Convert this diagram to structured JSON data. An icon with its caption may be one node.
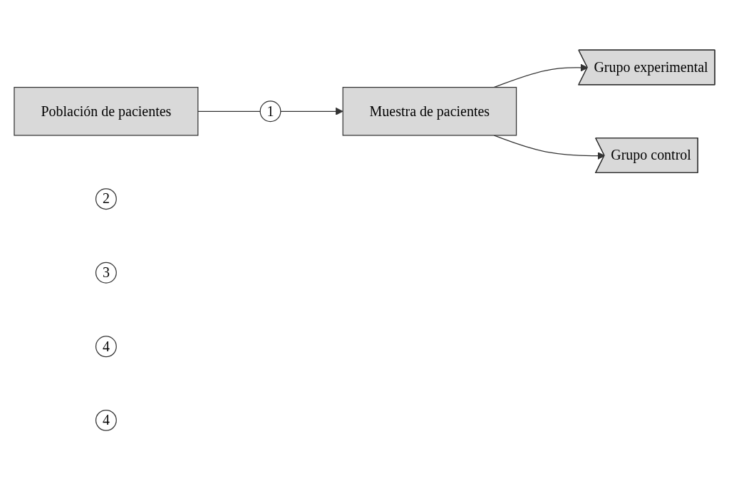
{
  "diagram": {
    "nodes": [
      {
        "text": [
          "Población de pacientes"
        ]
      },
      {
        "text": [
          "1"
        ]
      },
      {
        "text": [
          "Muestra de pacientes"
        ]
      },
      {
        "text": [
          "2"
        ]
      },
      {
        "text": [
          "Grupo experimental"
        ]
      },
      {
        "text": [
          "3"
        ]
      },
      {
        "text": [
          "4"
        ]
      },
      {
        "text": [
          "Grupo control"
        ]
      },
      {
        "text": [
          "4"
        ]
      }
    ],
    "edges": [
      {
        "from": 0,
        "to": 1,
        "arrow": "none"
      },
      {
        "from": 1,
        "to": 2,
        "arrow": "to"
      },
      {
        "from": 2,
        "to": 4,
        "arrow": "to"
      },
      {
        "from": 2,
        "to": 7,
        "arrow": "to"
      }
    ]
  }
}
